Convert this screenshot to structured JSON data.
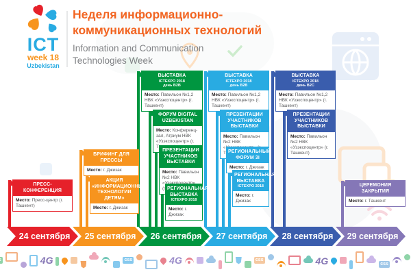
{
  "header": {
    "logo_line1": "ICT",
    "logo_line2": "week 18",
    "logo_line3": "Uzbekistan",
    "title_ru_1": "Неделя информационно-",
    "title_ru_2": "коммуникационных технологий",
    "title_en_1": "Information and Communication",
    "title_en_2": "Technologies Week",
    "title_color": "#f26522"
  },
  "ui": {
    "location_label": "Место:"
  },
  "columns": [
    {
      "date": "24 сентября",
      "color": "#e6212a",
      "events": [
        {
          "title": "ПРЕСС-КОНФЕРЕНЦИЯ",
          "location": "Пресс-центр (г. Ташкент)"
        }
      ]
    },
    {
      "date": "25 сентября",
      "color": "#f7941e",
      "events": [
        {
          "title": "БРИФИНГ ДЛЯ ПРЕССЫ",
          "location": "г. Джизак"
        },
        {
          "title": "АКЦИЯ «ИНФОРМАЦИОННЫЕ ТЕХНОЛОГИИ ДЕТЯМ»",
          "location": "г. Джизак"
        }
      ]
    },
    {
      "date": "26 сентября",
      "color": "#009640",
      "events": [
        {
          "title": "ВЫСТАВКА",
          "sub1": "ICTEXPO 2018",
          "sub2": "день B2B",
          "location": "Павильон №1,2 НВК «Узэкспоцентр» (г. Ташкент)"
        },
        {
          "title": "ФОРУМ DIGITAL UZBEKISTAN",
          "location": "Конференц-зал, Атриум НВК «Узэкспоцентр» (г. Ташкент)"
        },
        {
          "title": "ПРЕЗЕНТАЦИИ УЧАСТНИКОВ ВЫСТАВКИ",
          "location": "Павильон №2 НВК «Узэкспоцентр» (г. Ташкент)"
        },
        {
          "title": "РЕГИОНАЛЬНАЯ ВЫСТАВКА",
          "sub1": "ICTEXPO 2018",
          "location": "г. Джизак"
        }
      ]
    },
    {
      "date": "27 сентября",
      "color": "#29abe2",
      "events": [
        {
          "title": "ВЫСТАВКА",
          "sub1": "ICTEXPO 2018",
          "sub2": "день B2B",
          "location": "Павильон №1,2 НВК «Узэкспоцентр» (г. Ташкент)"
        },
        {
          "title": "ПРЕЗЕНТАЦИИ УЧАСТНИКОВ ВЫСТАВКИ",
          "location": "Павильон №2 НВК «Узэкспоцентр» (г. Ташкент)"
        },
        {
          "title": "РЕГИОНАЛЬНЫЙ ФОРУМ 3i",
          "location": "г. Джизак"
        },
        {
          "title": "РЕГИОНАЛЬНАЯ ВЫСТАВКА",
          "sub1": "ICTEXPO 2018",
          "location": "г. Джизак"
        }
      ]
    },
    {
      "date": "28 сентября",
      "color": "#3a5dad",
      "events": [
        {
          "title": "ВЫСТАВКА",
          "sub1": "ICTEXPO 2018",
          "sub2": "день B2C",
          "location": "Павильон №1,2 НВК «Узэкспоцентр» (г. Ташкент)"
        },
        {
          "title": "ПРЕЗЕНТАЦИИ УЧАСТНИКОВ ВЫСТАВКИ",
          "location": "Павильон №2 НВК «Узэкспоцентр» (г. Ташкент)"
        }
      ]
    },
    {
      "date": "29 сентября",
      "color": "#8577b7",
      "events": [
        {
          "title": "ЦЕРЕМОНИЯ ЗАКРЫТИЯ",
          "location": "г. Ташкент"
        }
      ]
    }
  ],
  "footer_icons": [
    {
      "t": "wf",
      "c": "#f0a8b8",
      "n": "wifi-icon"
    },
    {
      "t": "sq",
      "c": "#9fc7e8",
      "n": "app-icon"
    },
    {
      "t": "cl",
      "c": "#86c9ee",
      "n": "cloud-icon"
    },
    {
      "t": "tg",
      "c": "#8fd4a8",
      "l": "css",
      "n": "css-badge-icon"
    },
    {
      "t": "mo",
      "c": "#f4b183",
      "n": "monitor-icon"
    },
    {
      "t": "ci",
      "c": "#b8a5d8",
      "n": "dot-icon"
    },
    {
      "t": "ph",
      "c": "#86c9ee",
      "n": "phone-icon"
    },
    {
      "t": "tx",
      "c": "#8677b5",
      "l": "4G",
      "n": "4g-icon"
    },
    {
      "t": "bar",
      "c": "#8fd4a8",
      "n": "signal-bar-icon"
    },
    {
      "t": "pin",
      "c": "#f7941e",
      "n": "pin-icon"
    },
    {
      "t": "sq",
      "c": "#f5c8a0",
      "n": "app-icon"
    },
    {
      "t": "h5",
      "c": "#f4a460",
      "n": "html5-icon"
    },
    {
      "t": "cl",
      "c": "#f0a8b8",
      "n": "cloud-icon"
    },
    {
      "t": "wf",
      "c": "#74c7b8",
      "n": "wifi-icon"
    },
    {
      "t": "sq",
      "c": "#86c9ee",
      "n": "app-icon"
    },
    {
      "t": "tg",
      "c": "#86c9ee",
      "l": "css",
      "n": "css-badge-icon"
    },
    {
      "t": "ci",
      "c": "#f4b183",
      "n": "dot-icon"
    },
    {
      "t": "mo",
      "c": "#9fc7e8",
      "n": "monitor-icon"
    },
    {
      "t": "pin",
      "c": "#e8828f",
      "n": "pin-icon"
    },
    {
      "t": "tx",
      "c": "#9b8cc9",
      "l": "4G",
      "n": "4g-icon"
    },
    {
      "t": "wf",
      "c": "#e8828f",
      "n": "wifi-icon"
    },
    {
      "t": "sq",
      "c": "#cbb7e8",
      "n": "app-icon"
    },
    {
      "t": "cl",
      "c": "#9fc7e8",
      "n": "cloud-icon"
    },
    {
      "t": "bar",
      "c": "#f0a8b8",
      "n": "signal-bar-icon"
    },
    {
      "t": "ph",
      "c": "#8fd4a8",
      "n": "phone-icon"
    },
    {
      "t": "h5",
      "c": "#86c9ee",
      "n": "html5-icon"
    },
    {
      "t": "sq",
      "c": "#8fd4a8",
      "n": "app-icon"
    },
    {
      "t": "tg",
      "c": "#f5c8a0",
      "l": "css",
      "n": "css-badge-icon"
    },
    {
      "t": "ci",
      "c": "#9fc7e8",
      "n": "dot-icon"
    },
    {
      "t": "wf",
      "c": "#f7941e",
      "n": "wifi-icon"
    },
    {
      "t": "mo",
      "c": "#e8828f",
      "n": "monitor-icon"
    },
    {
      "t": "cl",
      "c": "#74c7b8",
      "n": "cloud-icon"
    },
    {
      "t": "tx",
      "c": "#8677b5",
      "l": "4G",
      "n": "4g-icon"
    },
    {
      "t": "pin",
      "c": "#29abe2",
      "n": "pin-icon"
    },
    {
      "t": "sq",
      "c": "#f0a8b8",
      "n": "app-icon"
    },
    {
      "t": "bar",
      "c": "#86c9ee",
      "n": "signal-bar-icon"
    },
    {
      "t": "ph",
      "c": "#f4b183",
      "n": "phone-icon"
    },
    {
      "t": "cl",
      "c": "#cbb7e8",
      "n": "cloud-icon"
    },
    {
      "t": "tg",
      "c": "#9fc7e8",
      "l": "css",
      "n": "css-badge-icon"
    },
    {
      "t": "wf",
      "c": "#9b8cc9",
      "n": "wifi-icon"
    },
    {
      "t": "ci",
      "c": "#8fd4a8",
      "n": "dot-icon"
    },
    {
      "t": "sq",
      "c": "#9fc7e8",
      "n": "app-icon"
    },
    {
      "t": "h5",
      "c": "#e8828f",
      "n": "html5-icon"
    },
    {
      "t": "mo",
      "c": "#86c9ee",
      "n": "monitor-icon"
    },
    {
      "t": "pin",
      "c": "#f7941e",
      "n": "pin-icon"
    }
  ]
}
